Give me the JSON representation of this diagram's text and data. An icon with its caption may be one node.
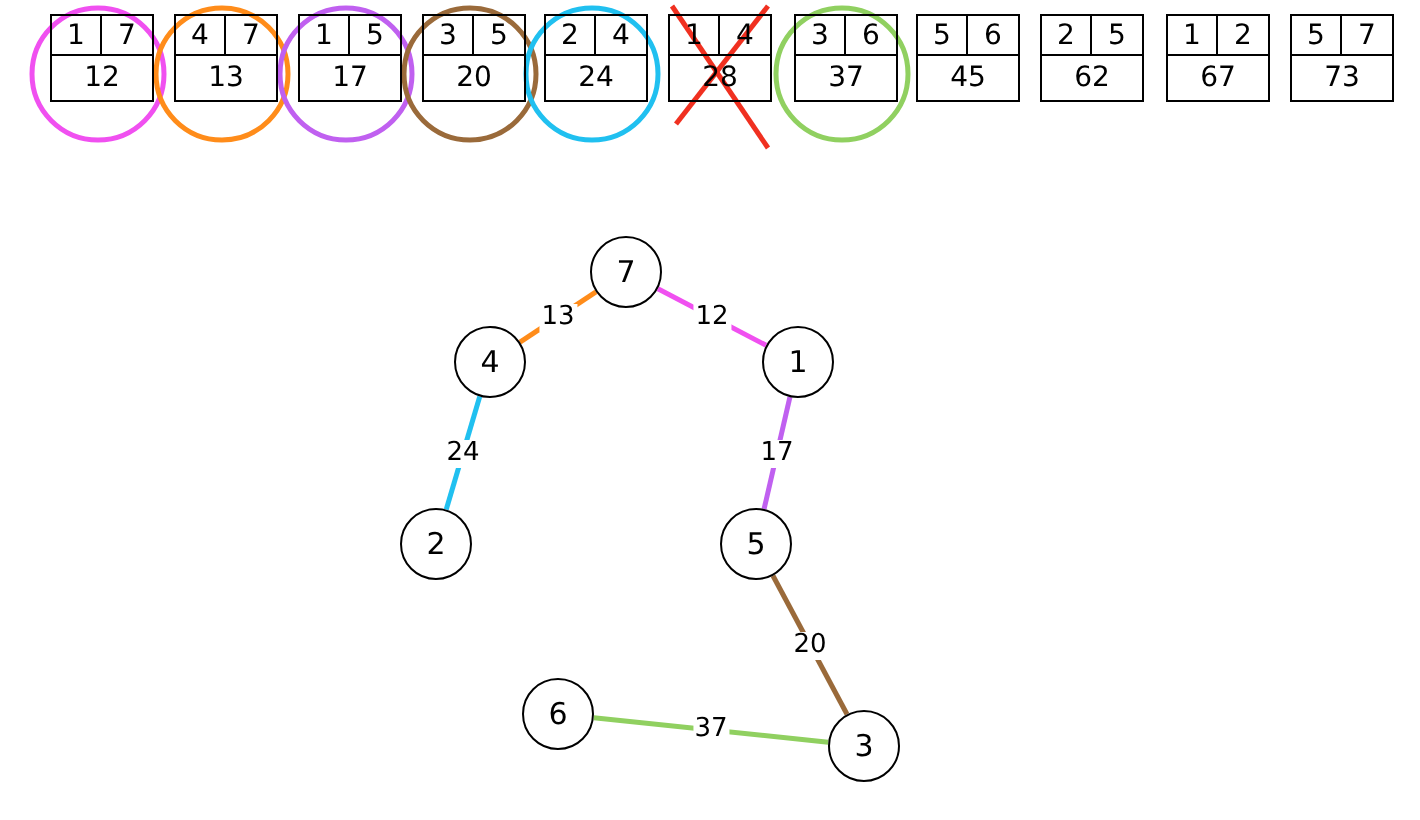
{
  "diagram": {
    "nodes": [
      {
        "text": [
          "1",
          "7",
          "12"
        ]
      },
      {
        "text": [
          "4",
          "7",
          "13"
        ]
      },
      {
        "text": [
          "1",
          "5",
          "17"
        ]
      },
      {
        "text": [
          "3",
          "5",
          "20"
        ]
      },
      {
        "text": [
          "2",
          "4",
          "24"
        ]
      },
      {
        "text": [
          "1",
          "4",
          "28"
        ]
      },
      {
        "text": [
          "3",
          "6",
          "37"
        ]
      },
      {
        "text": [
          "5",
          "6",
          "45"
        ]
      },
      {
        "text": [
          "2",
          "5",
          "62"
        ]
      },
      {
        "text": [
          "1",
          "2",
          "67"
        ]
      },
      {
        "text": [
          "5",
          "7",
          "73"
        ]
      },
      {
        "text": [
          "7"
        ]
      },
      {
        "text": [
          "4"
        ]
      },
      {
        "text": [
          "1"
        ]
      },
      {
        "text": [
          "2"
        ]
      },
      {
        "text": [
          "5"
        ]
      },
      {
        "text": [
          "6"
        ]
      },
      {
        "text": [
          "3"
        ]
      }
    ],
    "edges": [
      {
        "from": 11,
        "to": 13,
        "arrow": "none",
        "label": "12",
        "color": "#f050f0"
      },
      {
        "from": 11,
        "to": 12,
        "arrow": "none",
        "label": "13",
        "color": "#ff8c1a"
      },
      {
        "from": 13,
        "to": 15,
        "arrow": "none",
        "label": "17",
        "color": "#c060f0"
      },
      {
        "from": 15,
        "to": 17,
        "arrow": "none",
        "label": "20",
        "color": "#9a6a3a"
      },
      {
        "from": 12,
        "to": 14,
        "arrow": "none",
        "label": "24",
        "color": "#20c0f0"
      },
      {
        "from": 16,
        "to": 17,
        "arrow": "none",
        "label": "37",
        "color": "#90d060"
      }
    ]
  }
}
